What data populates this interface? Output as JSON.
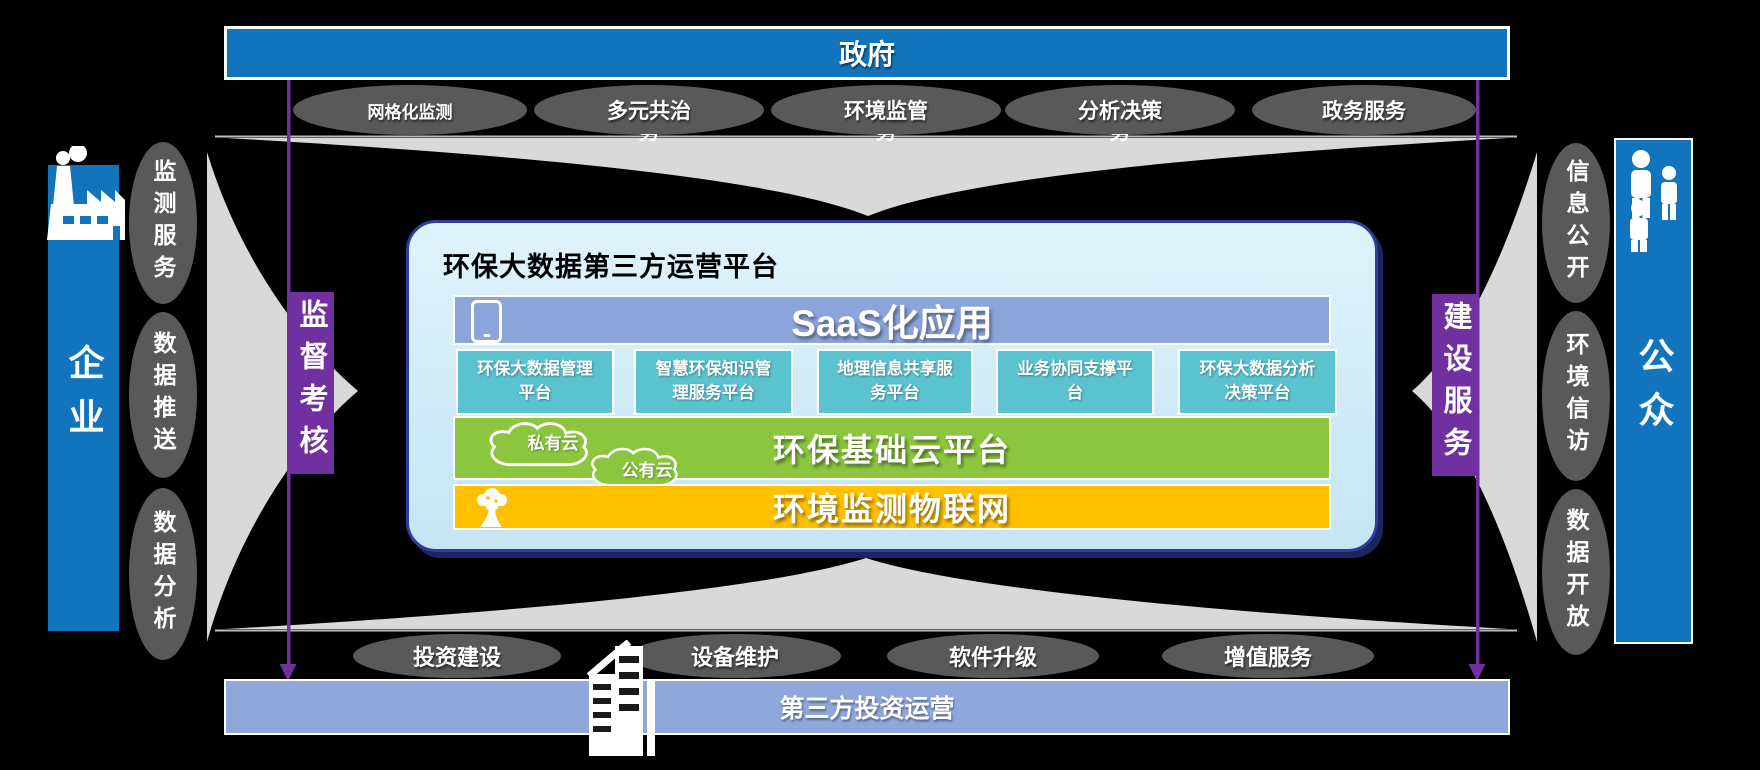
{
  "colors": {
    "background": "#000000",
    "primary_blue": "#1274BC",
    "ellipse_gray": "#595959",
    "arrow_gray": "#D9D9D9",
    "purple": "#7030A0",
    "panel_fill": "#CDE9F6",
    "panel_border": "#2E3E9C",
    "saas_bar": "#8CA4D9",
    "app_teal": "#5BC2CF",
    "cloud_green": "#8CC63E",
    "iot_orange": "#FFC000",
    "bottom_bar": "#8FA7DB"
  },
  "government": {
    "label": "政府"
  },
  "gov_functions": [
    "网格化监测",
    "多元共治",
    "环境监管",
    "分析决策",
    "政务服务"
  ],
  "gov_functions_clip": "务",
  "enterprise": {
    "label": "企业",
    "services": [
      "监测服务",
      "数据推送",
      "数据分析"
    ]
  },
  "public": {
    "label": "公众",
    "services": [
      "信息公开",
      "环境信访",
      "数据开放"
    ]
  },
  "left_ribbon": {
    "label": "监督考核"
  },
  "right_ribbon": {
    "label": "建设服务"
  },
  "platform": {
    "title": "环保大数据第三方运营平台",
    "saas_label": "SaaS化应用",
    "apps": [
      "环保大数据管理\n平台",
      "智慧环保知识管\n理服务平台",
      "地理信息共享服\n务平台",
      "业务协同支撑平\n台",
      "环保大数据分析\n决策平台"
    ],
    "cloud_label": "环保基础云平台",
    "private_cloud": "私有云",
    "public_cloud": "公有云",
    "iot_label": "环境监测物联网"
  },
  "bottom": {
    "functions": [
      "投资建设",
      "设备维护",
      "软件升级",
      "增值服务"
    ],
    "bar_label": "第三方投资运营"
  },
  "icons": {
    "factory": "factory-icon",
    "people": "people-icon",
    "phone": "smartphone-icon",
    "private_cloud": "cloud-icon",
    "public_cloud": "cloud-icon",
    "iot": "monitoring-tree-icon",
    "building": "building-icon"
  }
}
